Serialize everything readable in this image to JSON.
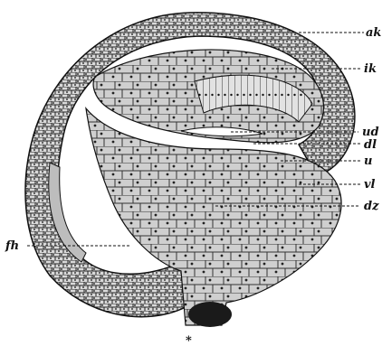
{
  "figure": {
    "labels": {
      "ak": "ak",
      "ik": "ik",
      "ud": "ud",
      "dl": "dl",
      "u": "u",
      "vl": "vl",
      "dz": "dz",
      "fh": "fh",
      "star": "*"
    }
  }
}
